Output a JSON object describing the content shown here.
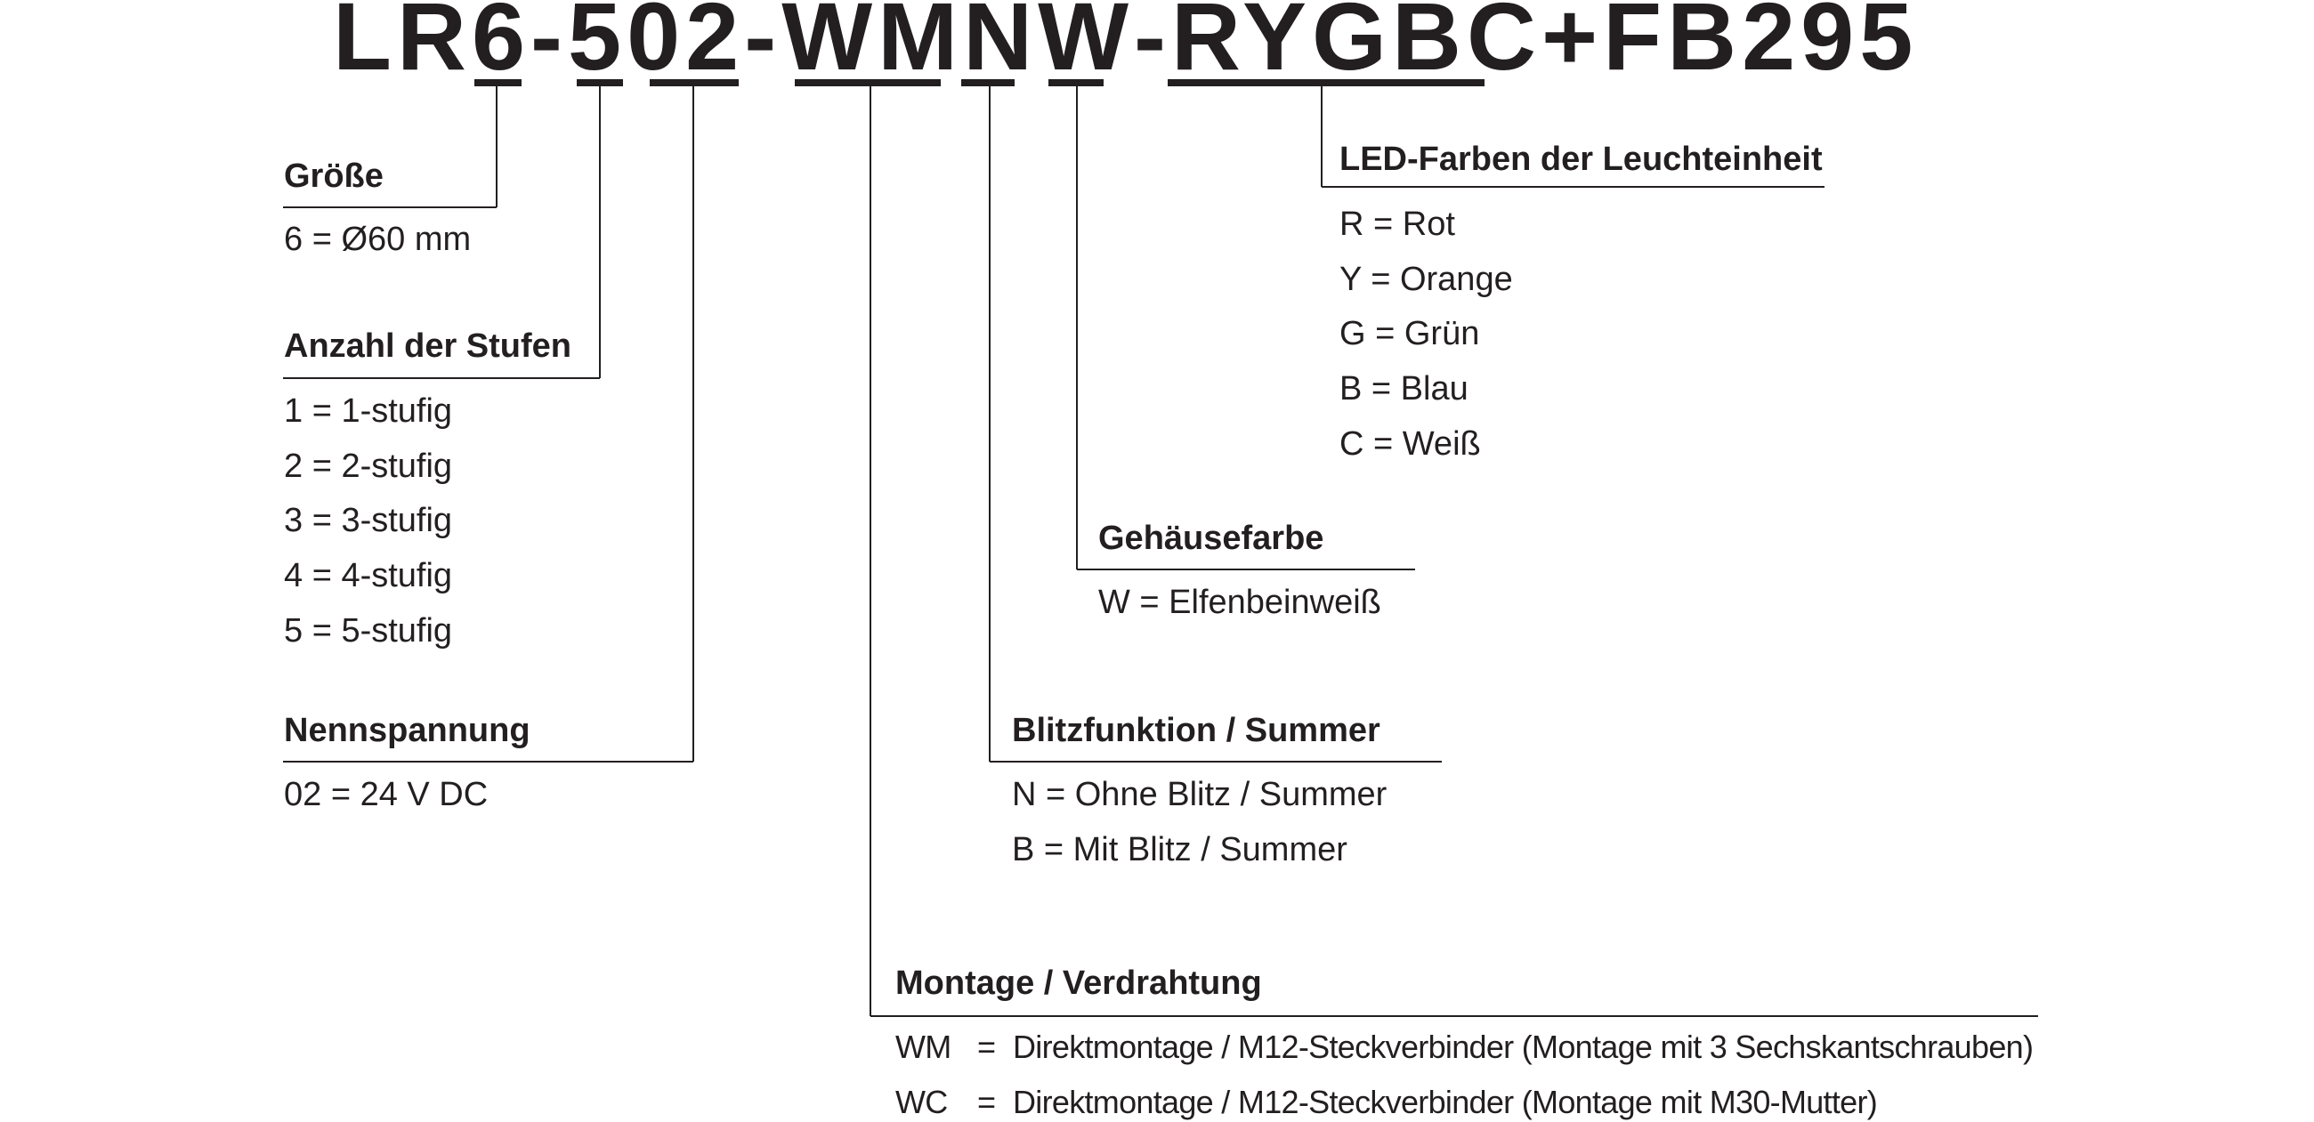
{
  "code": {
    "segments": [
      "LR",
      "6",
      "-",
      "5",
      "02",
      "-",
      "WM",
      "N",
      "W",
      "-",
      "RYGBC",
      "+FB295"
    ]
  },
  "sections": {
    "groesse": {
      "heading": "Größe",
      "items": [
        "6 = Ø60 mm"
      ]
    },
    "stufen": {
      "heading": "Anzahl der Stufen",
      "items": [
        "1 = 1-stufig",
        "2 = 2-stufig",
        "3 = 3-stufig",
        "4 = 4-stufig",
        "5 = 5-stufig"
      ]
    },
    "spannung": {
      "heading": "Nennspannung",
      "items": [
        "02 = 24 V DC"
      ]
    },
    "montage": {
      "heading": "Montage / Verdrahtung",
      "items": [
        {
          "key": "WM",
          "eq": "=",
          "text": "Direktmontage / M12-Steckverbinder (Montage mit 3 Sechskantschrauben)"
        },
        {
          "key": "WC",
          "eq": "=",
          "text": "Direktmontage / M12-Steckverbinder (Montage mit M30-Mutter)"
        }
      ]
    },
    "blitz": {
      "heading": "Blitzfunktion / Summer",
      "items": [
        "N = Ohne Blitz / Summer",
        "B = Mit Blitz / Summer"
      ]
    },
    "gehaeuse": {
      "heading": "Gehäusefarbe",
      "items": [
        "W = Elfenbeinweiß"
      ]
    },
    "led": {
      "heading": "LED-Farben der Leuchteinheit",
      "items": [
        "R = Rot",
        "Y = Orange",
        "G = Grün",
        "B = Blau",
        "C = Weiß"
      ]
    }
  }
}
